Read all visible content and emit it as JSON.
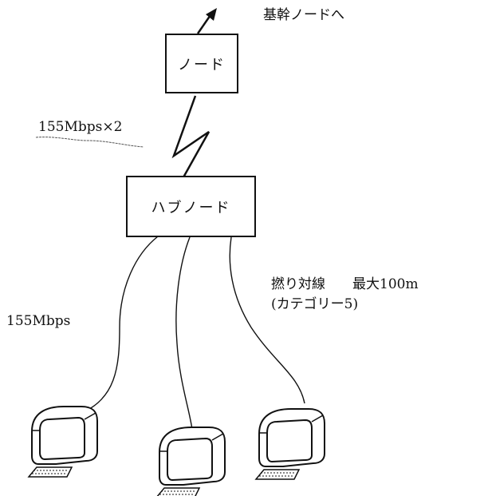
{
  "labels": {
    "backbone": "基幹ノードへ",
    "node": "ノード",
    "uplink_speed": "155Mbps×2",
    "hub_node": "ハブノード",
    "cable_type": "撚り対線　　最大100m",
    "cable_category": "(カテゴリー5)",
    "terminal_speed": "155Mbps"
  },
  "terminals": {
    "count": 3,
    "icon": "desktop-computer-icon"
  },
  "colors": {
    "line": "#111111",
    "background": "#ffffff"
  }
}
